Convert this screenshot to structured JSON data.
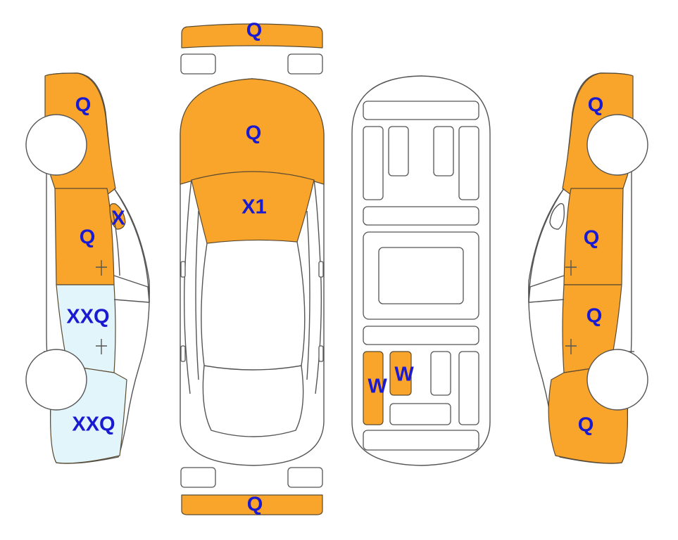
{
  "colors": {
    "damage": "#f9a52c",
    "light": "#e2f5fb",
    "label": "#1a1ad0",
    "outline": "#555555"
  },
  "labels": {
    "front_bumper": "Q",
    "rear_bumper": "Q",
    "hood": "Q",
    "windshield": "X1",
    "left_front_fender": "Q",
    "left_mirror": "X",
    "left_front_door": "Q",
    "left_rear_door": "XXQ",
    "left_rear_quarter": "XXQ",
    "right_front_fender": "Q",
    "right_front_door": "Q",
    "right_rear_door": "Q",
    "right_rear_quarter": "Q",
    "underbody_part_1": "W",
    "underbody_part_2": "W"
  }
}
